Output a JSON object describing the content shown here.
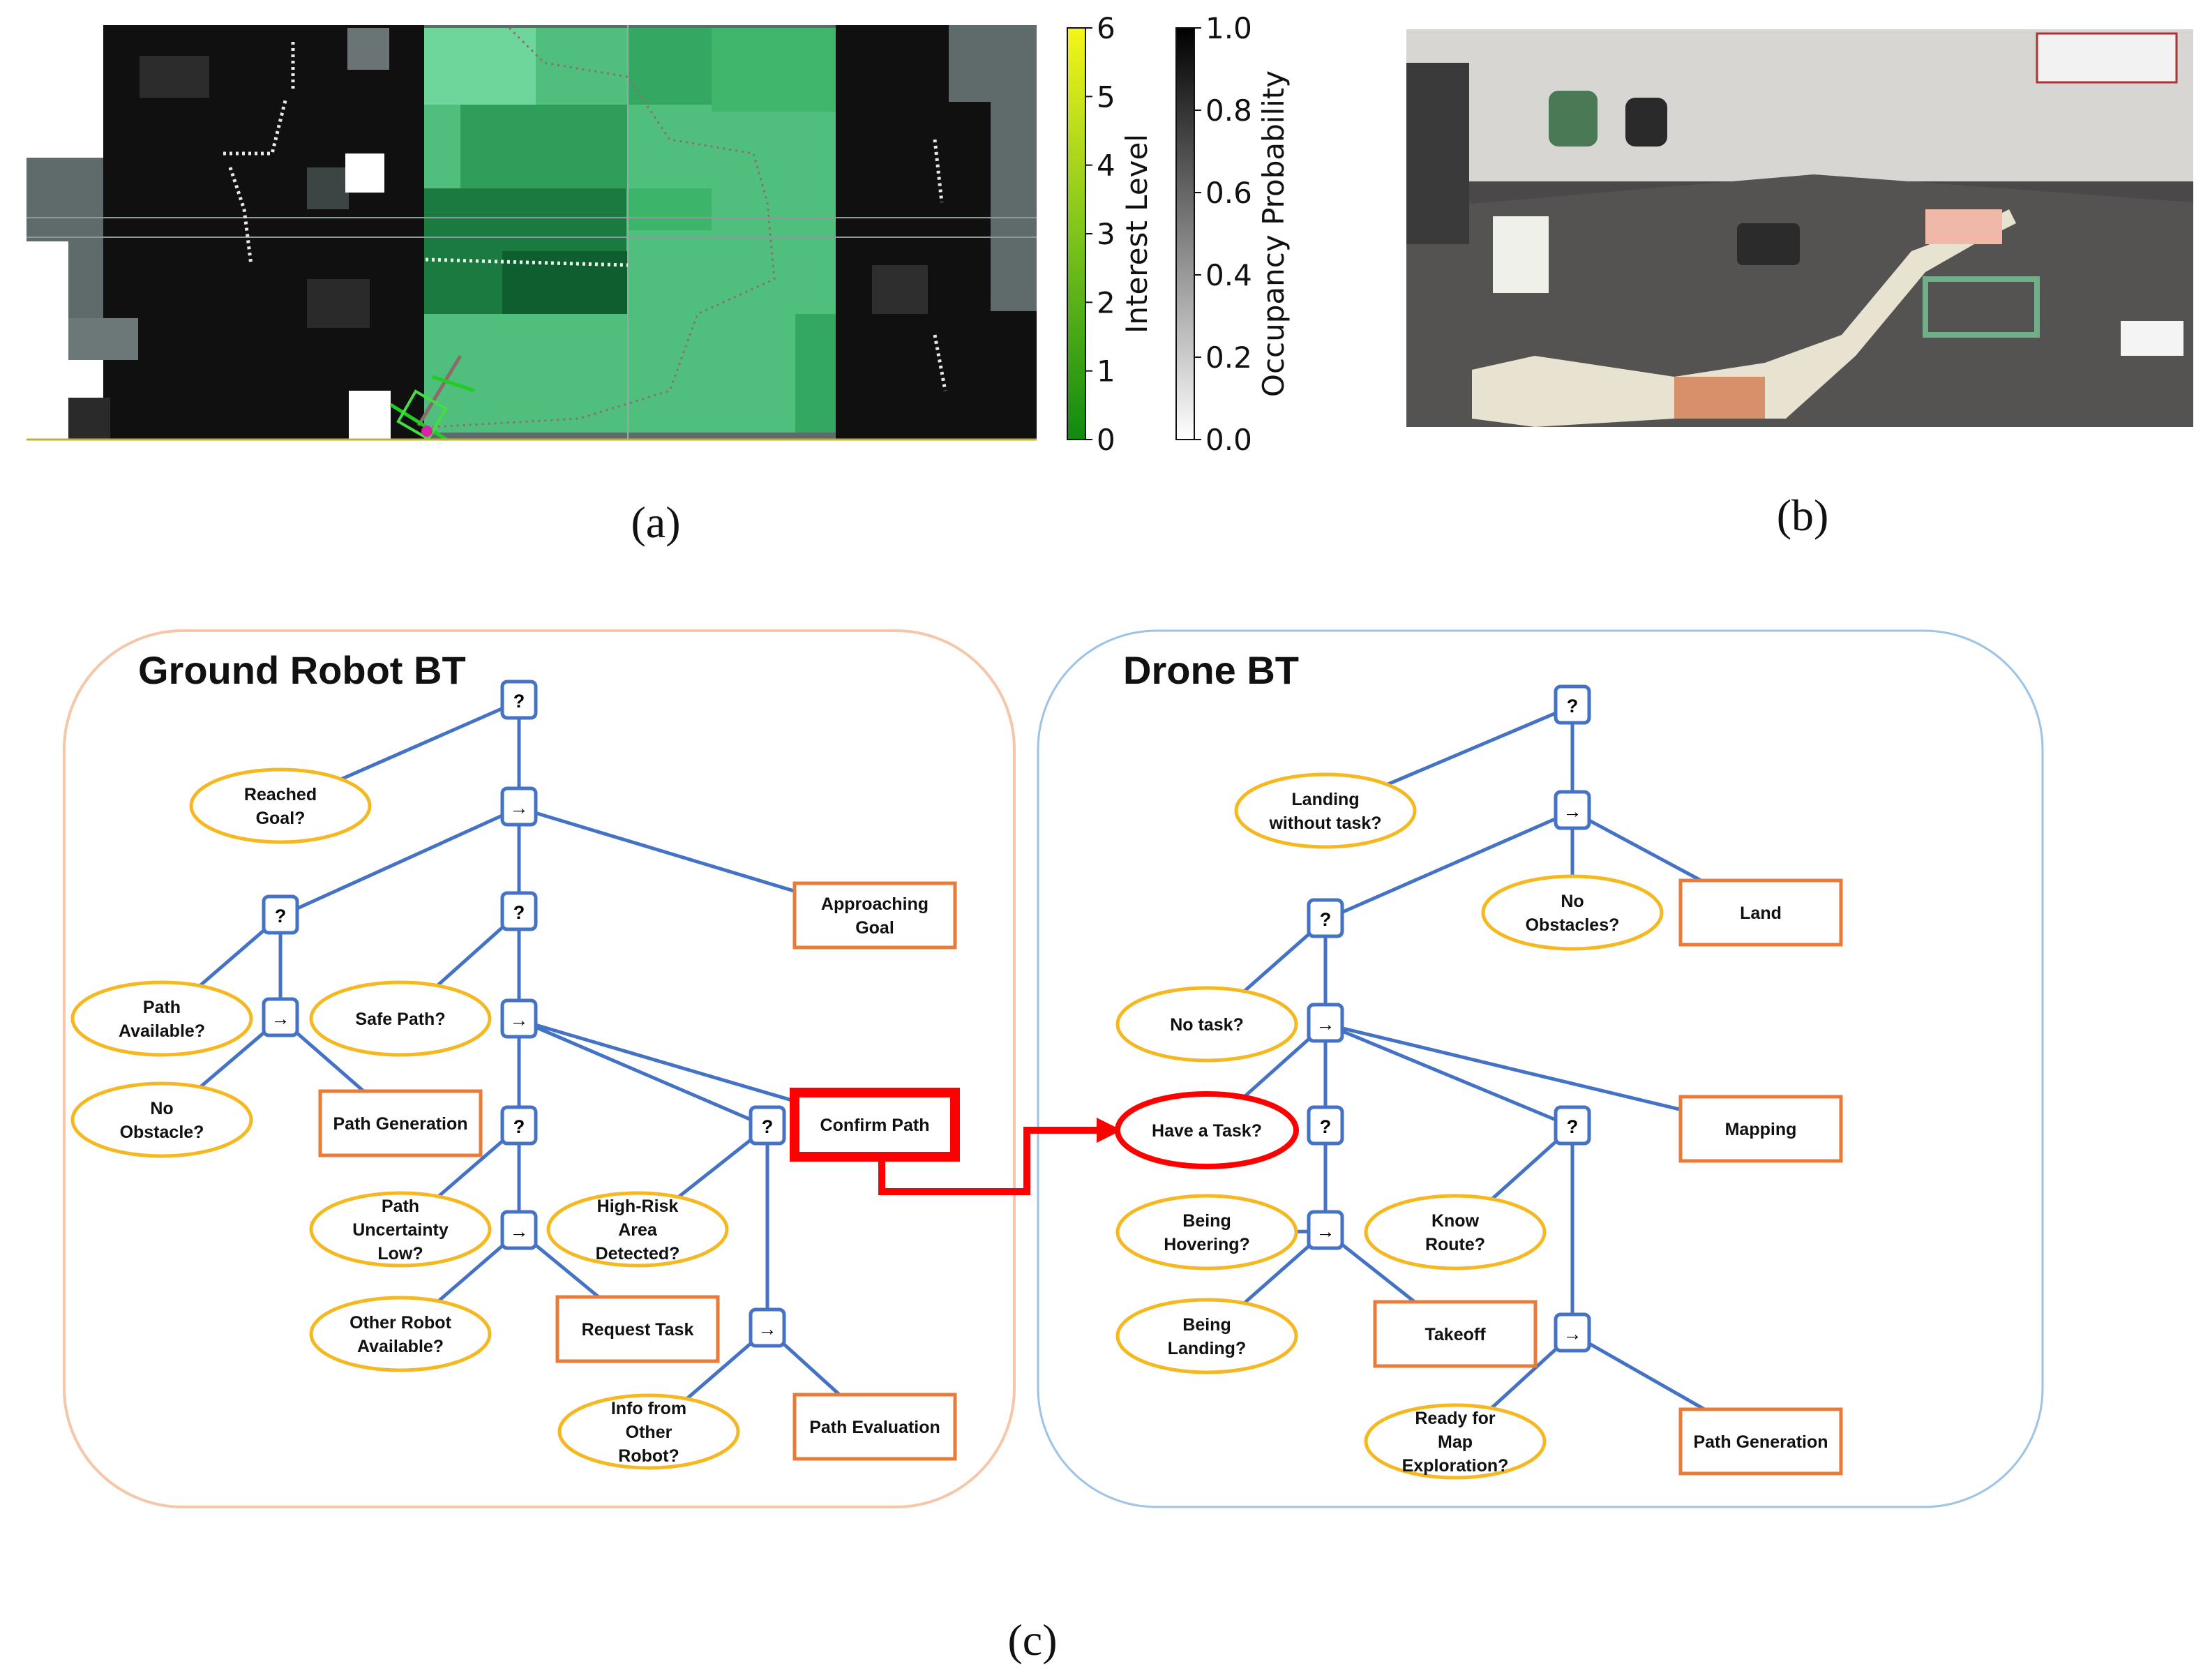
{
  "panel_captions": {
    "a": "(a)",
    "b": "(b)",
    "c": "(c)"
  },
  "panel_a": {
    "interest_colorbar": {
      "label": "Interest Level",
      "ticks": [
        "0",
        "1",
        "2",
        "3",
        "4",
        "5",
        "6"
      ],
      "color_low": "#108a10",
      "color_high": "#f5f51a"
    },
    "occupancy_colorbar": {
      "label": "Occupancy Probability",
      "ticks": [
        "0.0",
        "0.2",
        "0.4",
        "0.6",
        "0.8",
        "1.0"
      ],
      "color_low": "#ffffff",
      "color_high": "#000000"
    },
    "interest_region_color": "#4dcc80"
  },
  "panel_b": {
    "description_icon": "photo-of-lab-arena-with-ground-robot"
  },
  "colors": {
    "edge": "#4472c4",
    "condition_stroke": "#f5b820",
    "action_stroke": "#e87a3a",
    "highlight": "#ff0000",
    "ground_frame": "#f5c6a8",
    "drone_frame": "#9dc3e6"
  },
  "ground_bt": {
    "title": "Ground Robot BT",
    "controls": {
      "fallback": "?",
      "sequence": "→"
    },
    "nodes": {
      "reached_goal": "Reached\nGoal?",
      "approaching_goal": "Approaching\nGoal",
      "path_available": "Path\nAvailable?",
      "safe_path": "Safe Path?",
      "no_obstacle": "No\nObstacle?",
      "path_generation": "Path Generation",
      "confirm_path": "Confirm Path",
      "path_uncertainty_low": "Path\nUncertainty\nLow?",
      "high_risk_area": "High-Risk\nArea\nDetected?",
      "other_robot_available": "Other Robot\nAvailable?",
      "request_task": "Request Task",
      "info_from_other_robot": "Info from\nOther\nRobot?",
      "path_evaluation": "Path Evaluation"
    }
  },
  "drone_bt": {
    "title": "Drone BT",
    "nodes": {
      "landing_without_task": "Landing\nwithout task?",
      "no_obstacles": "No\nObstacles?",
      "land": "Land",
      "no_task": "No task?",
      "have_a_task": "Have a Task?",
      "mapping": "Mapping",
      "being_hovering": "Being\nHovering?",
      "know_route": "Know\nRoute?",
      "being_landing": "Being\nLanding?",
      "takeoff": "Takeoff",
      "ready_for_map_exploration": "Ready for\nMap\nExploration?",
      "path_generation": "Path Generation"
    }
  }
}
